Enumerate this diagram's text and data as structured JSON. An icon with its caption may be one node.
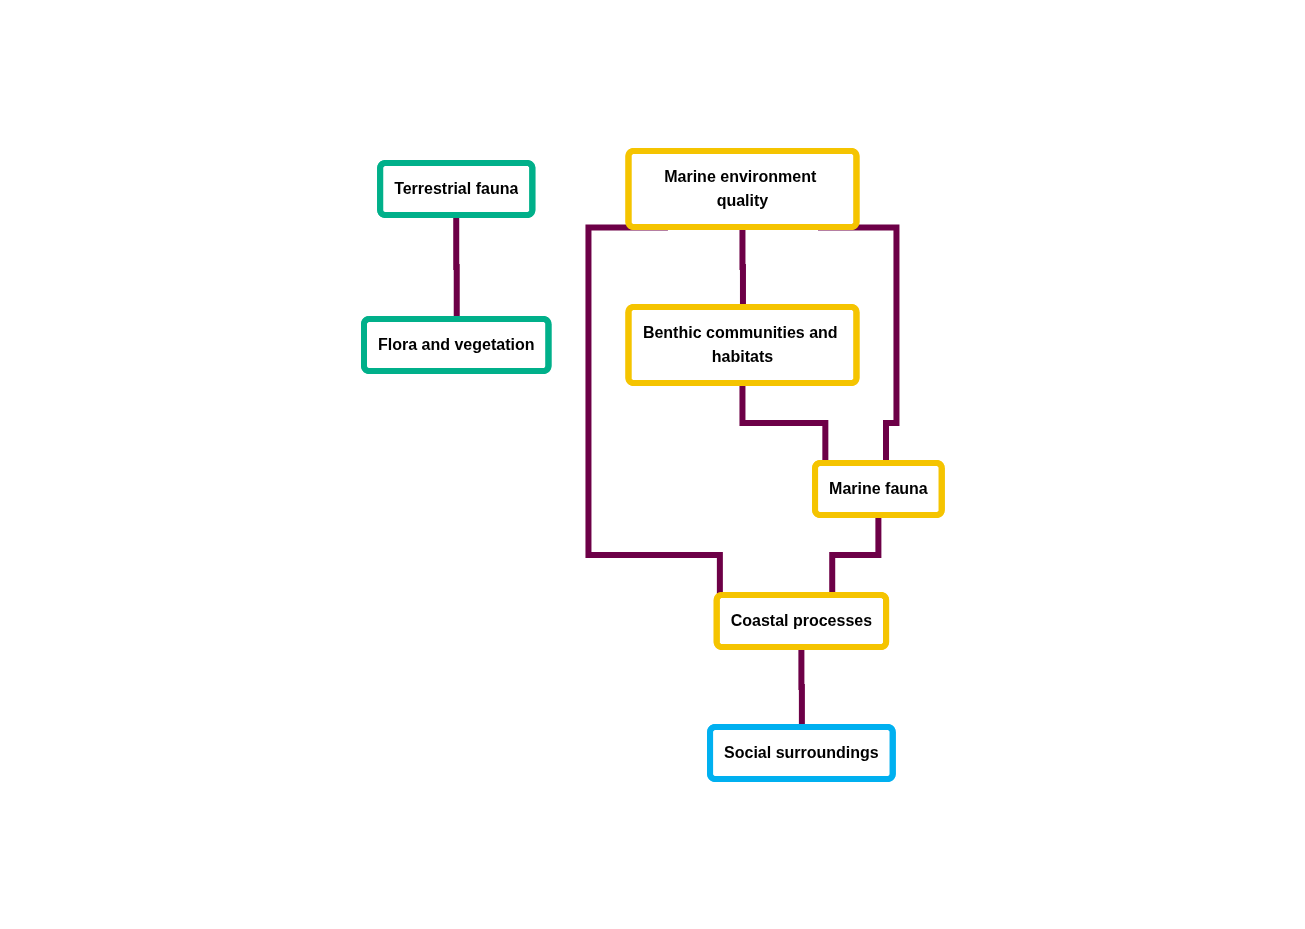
{
  "diagram": {
    "nodes": [
      {
        "text": [
          "Marine environment quality"
        ]
      },
      {
        "text": [
          "Marine fauna"
        ]
      },
      {
        "text": [
          "Benthic communities and habitats"
        ]
      },
      {
        "text": [
          "Terrestrial fauna"
        ]
      },
      {
        "text": [
          "Coastal processes"
        ]
      },
      {
        "text": [
          "Flora and vegetation"
        ]
      },
      {
        "text": [
          "Social surroundings"
        ]
      }
    ],
    "edges": [
      {
        "from": 0,
        "to": 4,
        "arrow": "none"
      },
      {
        "from": 0,
        "to": 2,
        "arrow": "none"
      },
      {
        "from": 0,
        "to": 1,
        "arrow": "none"
      },
      {
        "from": 2,
        "to": 1,
        "arrow": "none"
      },
      {
        "from": 1,
        "to": 4,
        "arrow": "none"
      },
      {
        "from": 3,
        "to": 5,
        "arrow": "none"
      },
      {
        "from": 4,
        "to": 6,
        "arrow": "none"
      }
    ]
  }
}
